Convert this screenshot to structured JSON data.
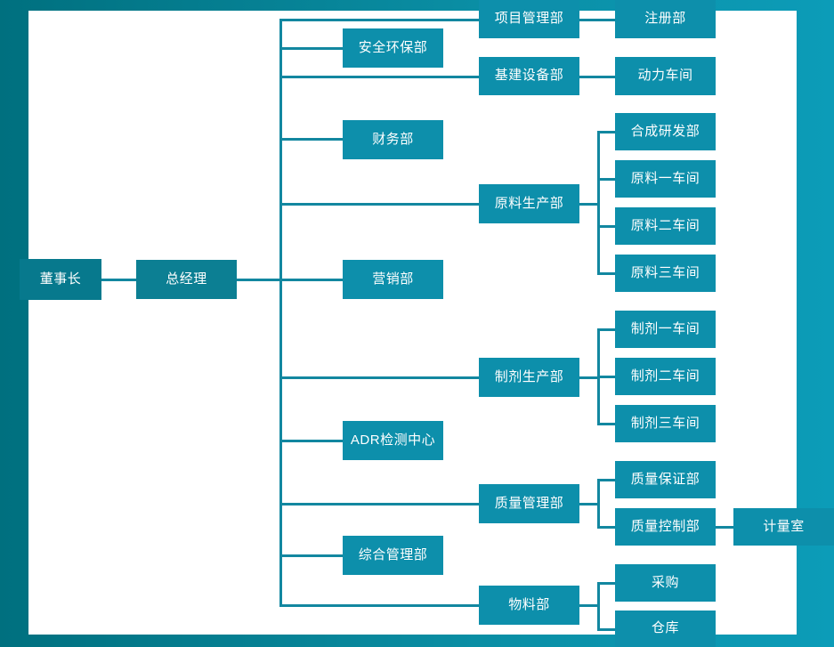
{
  "meta": {
    "title": "公司组织架构图",
    "node_color": "#0d8fab",
    "line_color": "#1287a0",
    "background_from": "#00707f",
    "background_to": "#0c9cb8",
    "canvas_color": "#ffffff"
  },
  "nodes": {
    "chairman": "董事长",
    "general_manager": "总经理",
    "project_management": "项目管理部",
    "registration": "注册部",
    "safety_environment": "安全环保部",
    "infrastructure_equipment": "基建设备部",
    "power_workshop": "动力车间",
    "finance": "财务部",
    "raw_material_production": "原料生产部",
    "synthesis_rd": "合成研发部",
    "raw_material_workshop_1": "原料一车间",
    "raw_material_workshop_2": "原料二车间",
    "raw_material_workshop_3": "原料三车间",
    "marketing": "营销部",
    "preparation_production": "制剂生产部",
    "preparation_workshop_1": "制剂一车间",
    "preparation_workshop_2": "制剂二车间",
    "preparation_workshop_3": "制剂三车间",
    "adr_center": "ADR检测中心",
    "quality_management": "质量管理部",
    "quality_assurance": "质量保证部",
    "quality_control": "质量控制部",
    "metrology_room": "计量室",
    "general_administration": "综合管理部",
    "materials": "物料部",
    "purchasing": "采购",
    "warehouse": "仓库"
  }
}
